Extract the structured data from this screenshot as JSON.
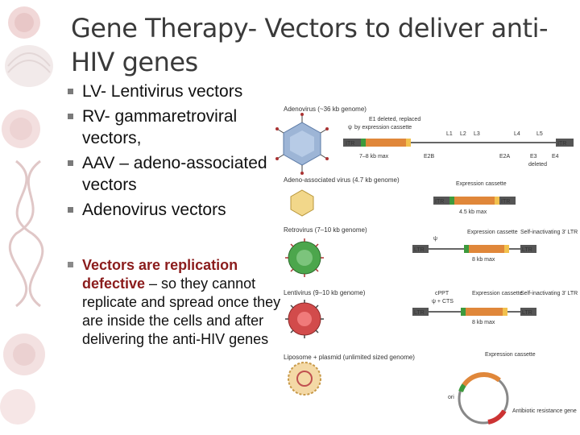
{
  "title": "Gene Therapy- Vectors to deliver anti-HIV genes",
  "bullets": [
    "LV- Lentivirus vectors",
    "RV- gammaretroviral vectors,",
    "AAV – adeno-associated vectors",
    "Adenovirus vectors"
  ],
  "note": {
    "emphasis": "Vectors are replication defective",
    "rest": " – so they cannot replicate and spread once they are inside the cells and after delivering the anti-HIV genes"
  },
  "diagram": {
    "adenovirus": {
      "heading": "Adenovirus (~36 kb genome)",
      "e1_note": "E1 deleted, replaced",
      "cassette_note": "by expression cassette",
      "psi": "ψ",
      "itr_left": "ITR",
      "itr_right": "ITR",
      "genes_top": [
        "L1",
        "L2",
        "L3",
        "L4",
        "L5"
      ],
      "genes_bottom": [
        "E2B",
        "E2A",
        "E3",
        "E4"
      ],
      "max": "7–8 kb max",
      "deleted": "deleted"
    },
    "aav": {
      "heading": "Adeno-associated virus (4.7 kb genome)",
      "cassette": "Expression cassette",
      "itr_left": "ITR",
      "itr_right": "ITR",
      "max": "4.5 kb max"
    },
    "retrovirus": {
      "heading": "Retrovirus (7–10 kb genome)",
      "psi": "ψ",
      "cassette": "Expression cassette",
      "sin": "Self-inactivating 3′ LTR",
      "ltr_left": "LTR",
      "ltr_right": "LTR",
      "max": "8 kb max"
    },
    "lentivirus": {
      "heading": "Lentivirus (9–10 kb genome)",
      "cppt": "cPPT",
      "cts": "ψ + CTS",
      "cassette": "Expression cassette",
      "sin": "Self-inactivating 3′ LTR",
      "ltr_left": "LTR",
      "ltr_right": "LTR",
      "max": "8 kb max"
    },
    "liposome": {
      "heading": "Liposome + plasmid (unlimited sized genome)",
      "cassette": "Expression cassette",
      "ori": "ori",
      "antibiotic": "Antibiotic resistance gene"
    }
  },
  "colors": {
    "title": "#3a3a3a",
    "emphasis": "#8b1c1c",
    "sidebar_red": "#d8a6a6",
    "cassette_orange": "#e0873a",
    "cassette_green": "#3d9a3d",
    "itr_gray": "#555555"
  }
}
